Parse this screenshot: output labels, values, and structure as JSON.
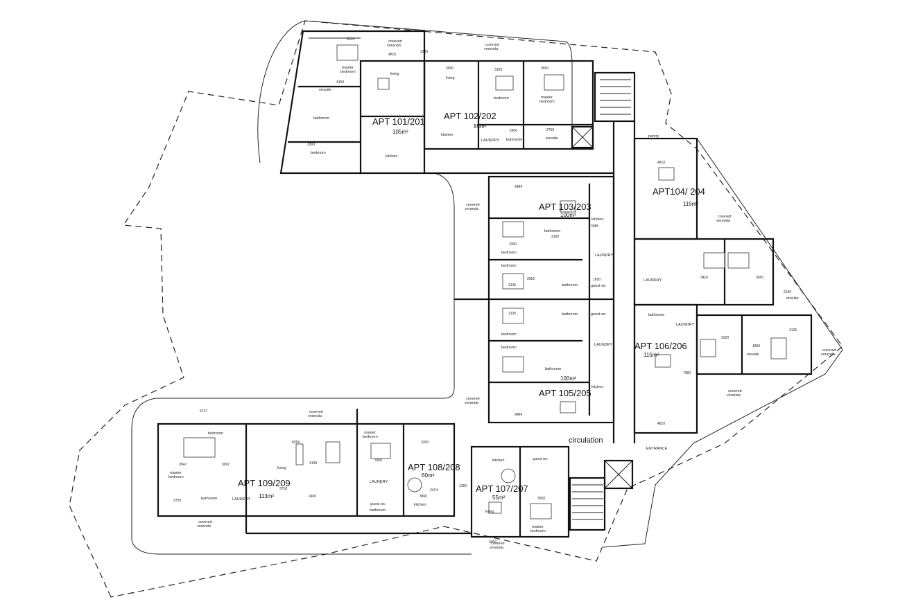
{
  "apartments": [
    {
      "name": "APT 101/201",
      "area": "105m²"
    },
    {
      "name": "APT 102/202",
      "area": "85m²"
    },
    {
      "name": "APT 103/203",
      "area": "100m²"
    },
    {
      "name": "APT104/ 204",
      "area": "115m²"
    },
    {
      "name": "APT 105/205",
      "area": "100m²"
    },
    {
      "name": "APT 106/206",
      "area": "115m²"
    },
    {
      "name": "APT 107/207",
      "area": "55m²"
    },
    {
      "name": "APT 108/208",
      "area": "60m²"
    },
    {
      "name": "APT 109/209",
      "area": "113m²"
    }
  ],
  "circulation": "circulation",
  "veranda": [
    "covered",
    "veranda"
  ],
  "rooms": {
    "master_bedroom": [
      "master",
      "bedroom"
    ],
    "bedroom": "bedroom",
    "living": "living",
    "kitchen": "kitchen",
    "ensuite": "ensuite",
    "bathroom": "bathroom",
    "guest_wc": "guest wc",
    "laundry": "LAUNDRY",
    "pantry": "pantry",
    "entrance": "ENTRANCE"
  },
  "dimensions": [
    "3224",
    "4150",
    "4815",
    "3295",
    "3690",
    "3150",
    "3550",
    "3300",
    "2750",
    "2800",
    "9484",
    "3085",
    "2300",
    "3135",
    "2950",
    "1650",
    "3300",
    "4810",
    "3416",
    "3650",
    "2130",
    "3320",
    "1850",
    "3125",
    "7980",
    "6747",
    "8256",
    "3718",
    "3547",
    "3097",
    "2750",
    "3350",
    "3860",
    "2414",
    "1350",
    "3300",
    "3550",
    "3400",
    "2400",
    "4140"
  ]
}
